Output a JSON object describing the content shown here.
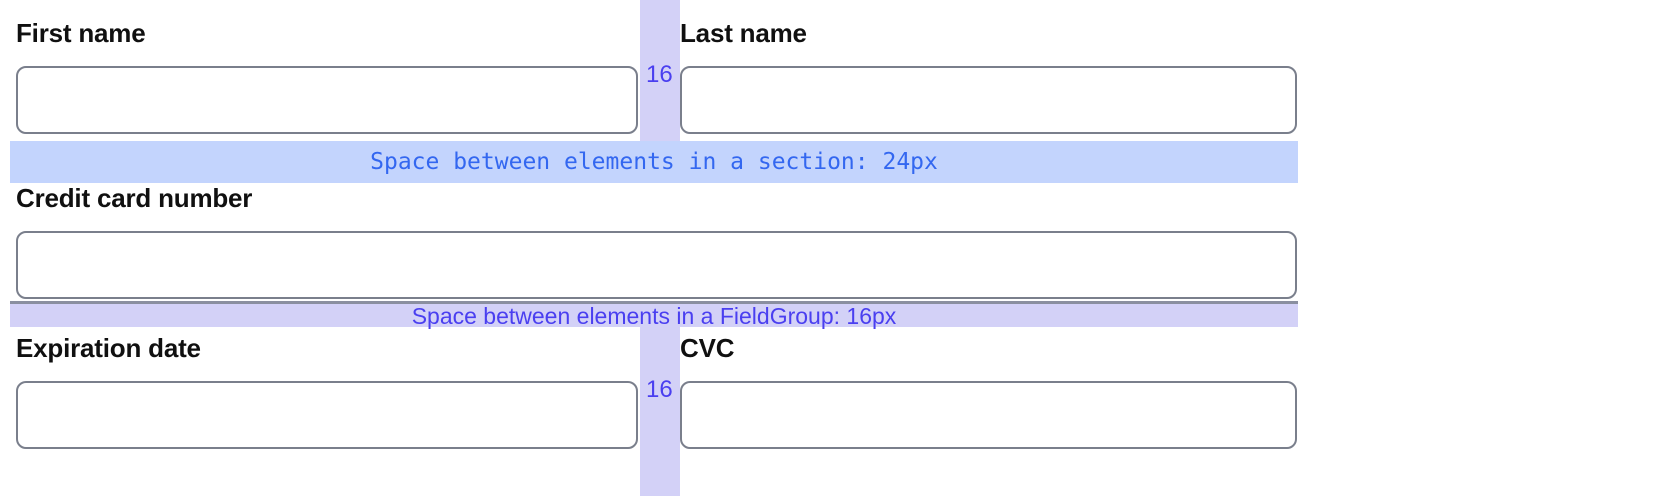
{
  "form": {
    "fields": [
      {
        "id": "first-name",
        "label": "First name",
        "value": "",
        "placeholder": ""
      },
      {
        "id": "last-name",
        "label": "Last name",
        "value": "",
        "placeholder": ""
      },
      {
        "id": "credit-card",
        "label": "Credit card number",
        "value": "",
        "placeholder": ""
      },
      {
        "id": "expiration",
        "label": "Expiration date",
        "value": "",
        "placeholder": ""
      },
      {
        "id": "cvc",
        "label": "CVC",
        "value": "",
        "placeholder": ""
      }
    ]
  },
  "annotations": {
    "column_gaps": [
      {
        "id": "top",
        "label": "16"
      },
      {
        "id": "bottom",
        "label": "16"
      }
    ],
    "row_gaps": [
      {
        "id": "section",
        "label": "Space between elements in a section: 24px"
      },
      {
        "id": "fieldgroup",
        "label": "Space between elements in a FieldGroup: 16px"
      }
    ]
  },
  "colors": {
    "section_band": "#c3d4fd",
    "section_text": "#3367f0",
    "fieldgroup_band": "#d3d1f7",
    "fieldgroup_text": "#4a3ff0",
    "gap_strip": "#d3d1f7",
    "input_border": "#7a7f8c",
    "label_text": "#101010",
    "page_background": "#ffffff"
  }
}
